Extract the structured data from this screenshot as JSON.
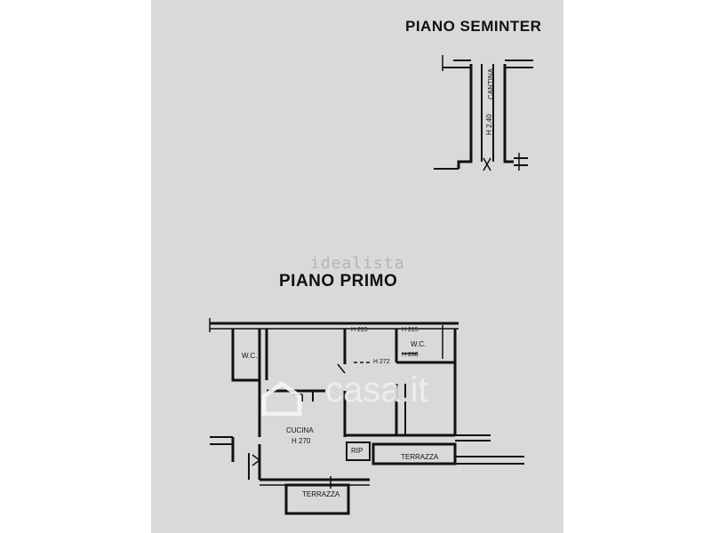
{
  "sections": {
    "basement_title": "PIANO SEMINTER",
    "first_floor_title": "PIANO PRIMO"
  },
  "basement_rooms": {
    "cantina": "CANTINA",
    "cantina_height": "H 2.40"
  },
  "first_floor_rooms": {
    "wc_left": "W.C.",
    "wc_right": "W.C.",
    "h215_a": "H 215",
    "h215_b": "H 215",
    "h272": "H 272",
    "h268": "H 268",
    "cucina": "CUCINA",
    "cucina_height": "H 270",
    "rip": "RIP",
    "terrazza_right": "TERRAZZA",
    "terrazza_bottom": "TERRAZZA"
  },
  "watermarks": {
    "idealista": "idealista",
    "casa": "casa.it"
  },
  "colors": {
    "sheet_bg": "#d9d9d9",
    "ink": "#111111",
    "page_bg": "#ffffff"
  }
}
